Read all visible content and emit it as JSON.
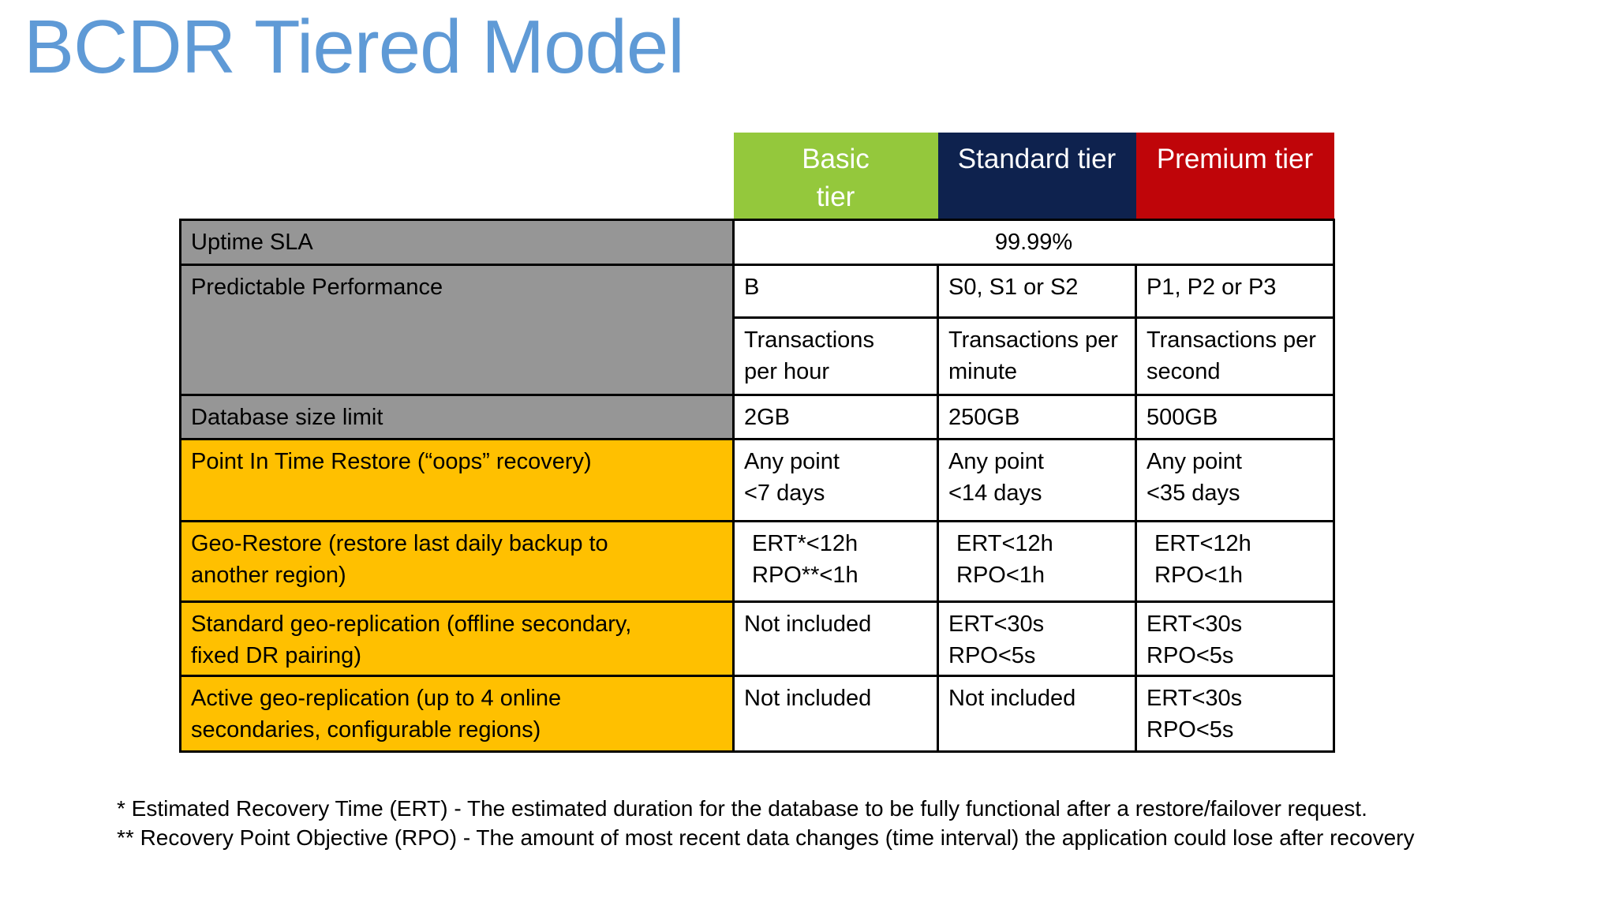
{
  "title": "BCDR Tiered Model",
  "colors": {
    "title_blue": "#5F9AD6",
    "basic_green": "#94C83C",
    "standard_navy": "#0E224E",
    "premium_red": "#BF0509",
    "label_gray": "#969696",
    "label_yellow": "#FFC000",
    "border_black": "#000000",
    "header_text": "#FFFFFF"
  },
  "table": {
    "tier_headers": [
      "Basic\ntier",
      "Standard tier",
      "Premium tier"
    ],
    "rows": [
      {
        "label": "Uptime SLA",
        "span_value": "99.99%"
      },
      {
        "label": "Predictable Performance",
        "values": [
          "B",
          "S0, S1 or S2",
          "P1, P2 or P3"
        ]
      },
      {
        "values": [
          "Transactions\nper hour",
          "Transactions per\nminute",
          "Transactions per\nsecond"
        ]
      },
      {
        "label": "Database size limit",
        "values": [
          "2GB",
          "250GB",
          "500GB"
        ]
      },
      {
        "label": "Point In Time Restore (“oops” recovery)",
        "values": [
          "Any point\n<7 days",
          "Any point\n<14 days",
          "Any point\n<35 days"
        ]
      },
      {
        "label": "Geo-Restore (restore last daily backup to\nanother region)",
        "values": [
          "ERT*<12h\nRPO**<1h",
          "ERT<12h\nRPO<1h",
          "ERT<12h\nRPO<1h"
        ]
      },
      {
        "label": "Standard geo-replication (offline secondary,\nfixed DR pairing)",
        "values": [
          "Not included",
          "ERT<30s RPO<5s",
          "ERT<30s\nRPO<5s"
        ]
      },
      {
        "label": "Active geo-replication (up to 4 online\nsecondaries, configurable regions)",
        "values": [
          "Not included",
          "Not included",
          "ERT<30s\nRPO<5s"
        ]
      }
    ]
  },
  "footnotes": [
    "* Estimated Recovery Time (ERT) - The estimated duration for the database to be fully functional after a restore/failover request.",
    "** Recovery Point Objective (RPO) - The amount of most recent data changes (time interval) the application could lose after recovery"
  ]
}
